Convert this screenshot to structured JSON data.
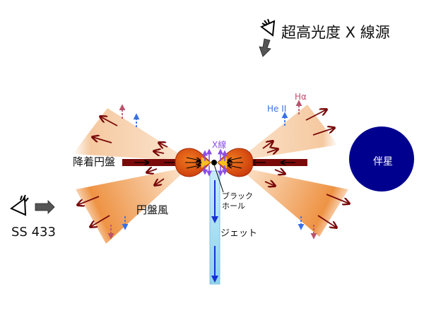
{
  "title": "超高光度 X 線源",
  "observer_label": "SS 433",
  "labels": {
    "accretion_disk": "降着円盤",
    "disk_wind": "円盤風",
    "black_hole": "ブラック\nホール",
    "black_hole_line1": "ブラック",
    "black_hole_line2": "ホール",
    "jet": "ジェット",
    "xray": "X線",
    "he_ii": "He II",
    "h_alpha": "Hα",
    "companion_star": "伴星"
  },
  "icons": [
    "eye-icon-top",
    "arrow-down-icon",
    "eye-icon-left",
    "arrow-right-icon"
  ],
  "colors": {
    "wind_light": "#f9d9bd",
    "wind_dark": "#ee9040",
    "disk_bar": "#7a0a0a",
    "bulge": "#e0500e",
    "jet_fill": "#a8dcf2",
    "jet_arrow": "#1a2fd6",
    "companion": "#00008f",
    "xray_arrow": "#8a4fe8",
    "he_ii": "#3a6fe8",
    "h_alpha": "#b8536c",
    "wind_arrow": "#7a0a0a"
  }
}
